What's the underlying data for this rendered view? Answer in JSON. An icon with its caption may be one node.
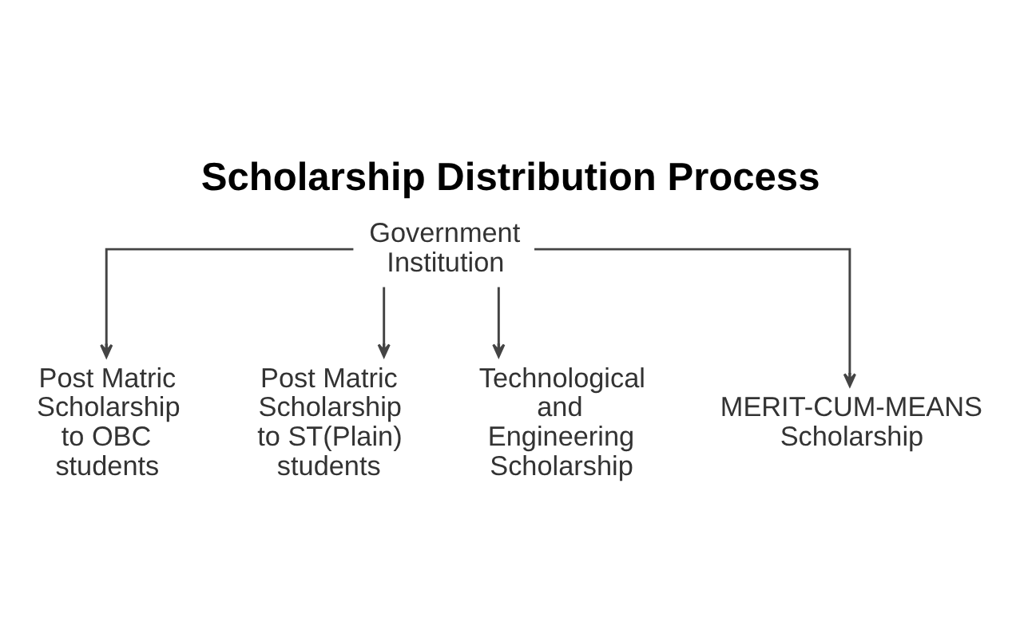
{
  "diagram": {
    "title": "Scholarship Distribution Process",
    "nodes": [
      {
        "text": [
          "Government Institution"
        ]
      },
      {
        "text": [
          "Post Matric Scholarship to OBC students"
        ]
      },
      {
        "text": [
          "Post Matric Scholarship to ST(Plain) students"
        ]
      },
      {
        "text": [
          "Technological and Engineering Scholarship"
        ]
      },
      {
        "text": [
          "MERIT-CUM-MEANS Scholarship"
        ]
      }
    ],
    "edges": [
      {
        "from": 0,
        "to": 1,
        "arrow": "to"
      },
      {
        "from": 0,
        "to": 2,
        "arrow": "to"
      },
      {
        "from": 0,
        "to": 3,
        "arrow": "to"
      },
      {
        "from": 0,
        "to": 4,
        "arrow": "to"
      }
    ]
  }
}
